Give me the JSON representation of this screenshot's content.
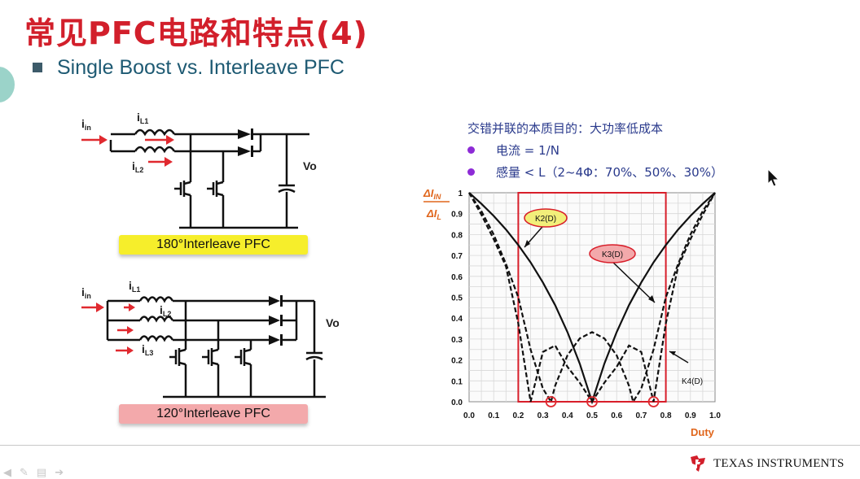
{
  "slide": {
    "title": "常见PFC电路和特点(4)",
    "bullet": "Single Boost vs. Interleave PFC"
  },
  "circuit1": {
    "label": "180°Interleave PFC",
    "iin": "i",
    "iin_sub": "in",
    "il1": "i",
    "il1_sub": "L1",
    "il2": "i",
    "il2_sub": "L2",
    "vo": "Vo"
  },
  "circuit2": {
    "label": "120°Interleave PFC",
    "iin": "i",
    "iin_sub": "in",
    "il1": "i",
    "il1_sub": "L1",
    "il2": "i",
    "il2_sub": "L2",
    "il3": "i",
    "il3_sub": "L3",
    "vo": "Vo"
  },
  "annotation": {
    "title": "交错并联的本质目的：大功率低成本",
    "items": [
      "电流 = 1/N",
      "感量 < L（2~4Φ：70%、50%、30%）"
    ]
  },
  "chart_data": {
    "type": "line",
    "ylabel": "ΔI_IN / ΔI_L",
    "xlabel": "Duty",
    "xlim": [
      0.0,
      1.0
    ],
    "ylim": [
      0.0,
      1.0
    ],
    "x_ticks": [
      "0.0",
      "0.1",
      "0.2",
      "0.3",
      "0.4",
      "0.5",
      "0.6",
      "0.7",
      "0.8",
      "0.9",
      "1.0"
    ],
    "y_ticks": [
      "0.0",
      "0.1",
      "0.2",
      "0.3",
      "0.4",
      "0.5",
      "0.6",
      "0.7",
      "0.8",
      "0.9",
      "1"
    ],
    "grid": true,
    "series": [
      {
        "name": "K2(D)",
        "style": "solid",
        "x": [
          0,
          0.05,
          0.1,
          0.15,
          0.2,
          0.25,
          0.3,
          0.35,
          0.4,
          0.45,
          0.5,
          0.55,
          0.6,
          0.65,
          0.7,
          0.75,
          0.8,
          0.85,
          0.9,
          0.95,
          1.0
        ],
        "y": [
          1,
          0.947,
          0.889,
          0.824,
          0.75,
          0.667,
          0.571,
          0.462,
          0.333,
          0.182,
          0,
          0.182,
          0.333,
          0.462,
          0.571,
          0.667,
          0.75,
          0.824,
          0.889,
          0.947,
          1
        ]
      },
      {
        "name": "K3(D)",
        "style": "dashed",
        "x": [
          0,
          0.05,
          0.1,
          0.15,
          0.2,
          0.25,
          0.3,
          0.333,
          0.35,
          0.4,
          0.45,
          0.5,
          0.55,
          0.6,
          0.65,
          0.667,
          0.7,
          0.75,
          0.8,
          0.85,
          0.9,
          0.95,
          1.0
        ],
        "y": [
          1,
          0.912,
          0.8,
          0.659,
          0.5,
          0.25,
          0.063,
          0,
          0.077,
          0.222,
          0.303,
          0.333,
          0.303,
          0.222,
          0.077,
          0,
          0.063,
          0.25,
          0.5,
          0.659,
          0.8,
          0.912,
          1
        ]
      },
      {
        "name": "K4(D)",
        "style": "dashed",
        "x": [
          0,
          0.05,
          0.1,
          0.15,
          0.2,
          0.25,
          0.3,
          0.35,
          0.4,
          0.45,
          0.5,
          0.55,
          0.6,
          0.65,
          0.7,
          0.75,
          0.8,
          0.85,
          0.9,
          0.95,
          1.0
        ],
        "y": [
          1,
          0.895,
          0.778,
          0.647,
          0.375,
          0,
          0.238,
          0.269,
          0.167,
          0.091,
          0,
          0.091,
          0.167,
          0.269,
          0.238,
          0,
          0.375,
          0.647,
          0.778,
          0.895,
          1
        ]
      }
    ],
    "highlight_region": {
      "x_from": 0.2,
      "x_to": 0.8
    },
    "marked_points": [
      0.333,
      0.5,
      0.75
    ],
    "annotations": [
      "K2(D)",
      "K3(D)",
      "K4(D)"
    ],
    "colors": {
      "axis_label": "#e0661c",
      "region": "#d81e2a",
      "marker": "#e0292f"
    }
  },
  "footer": {
    "company": "TEXAS INSTRUMENTS",
    "logo_icon": "ti-logo-icon",
    "nav_icons": [
      "prev-arrow-icon",
      "pen-icon",
      "menu-icon",
      "next-arrow-icon"
    ],
    "nav_glyphs": [
      "◀",
      "✎",
      "▤",
      "➔"
    ]
  }
}
